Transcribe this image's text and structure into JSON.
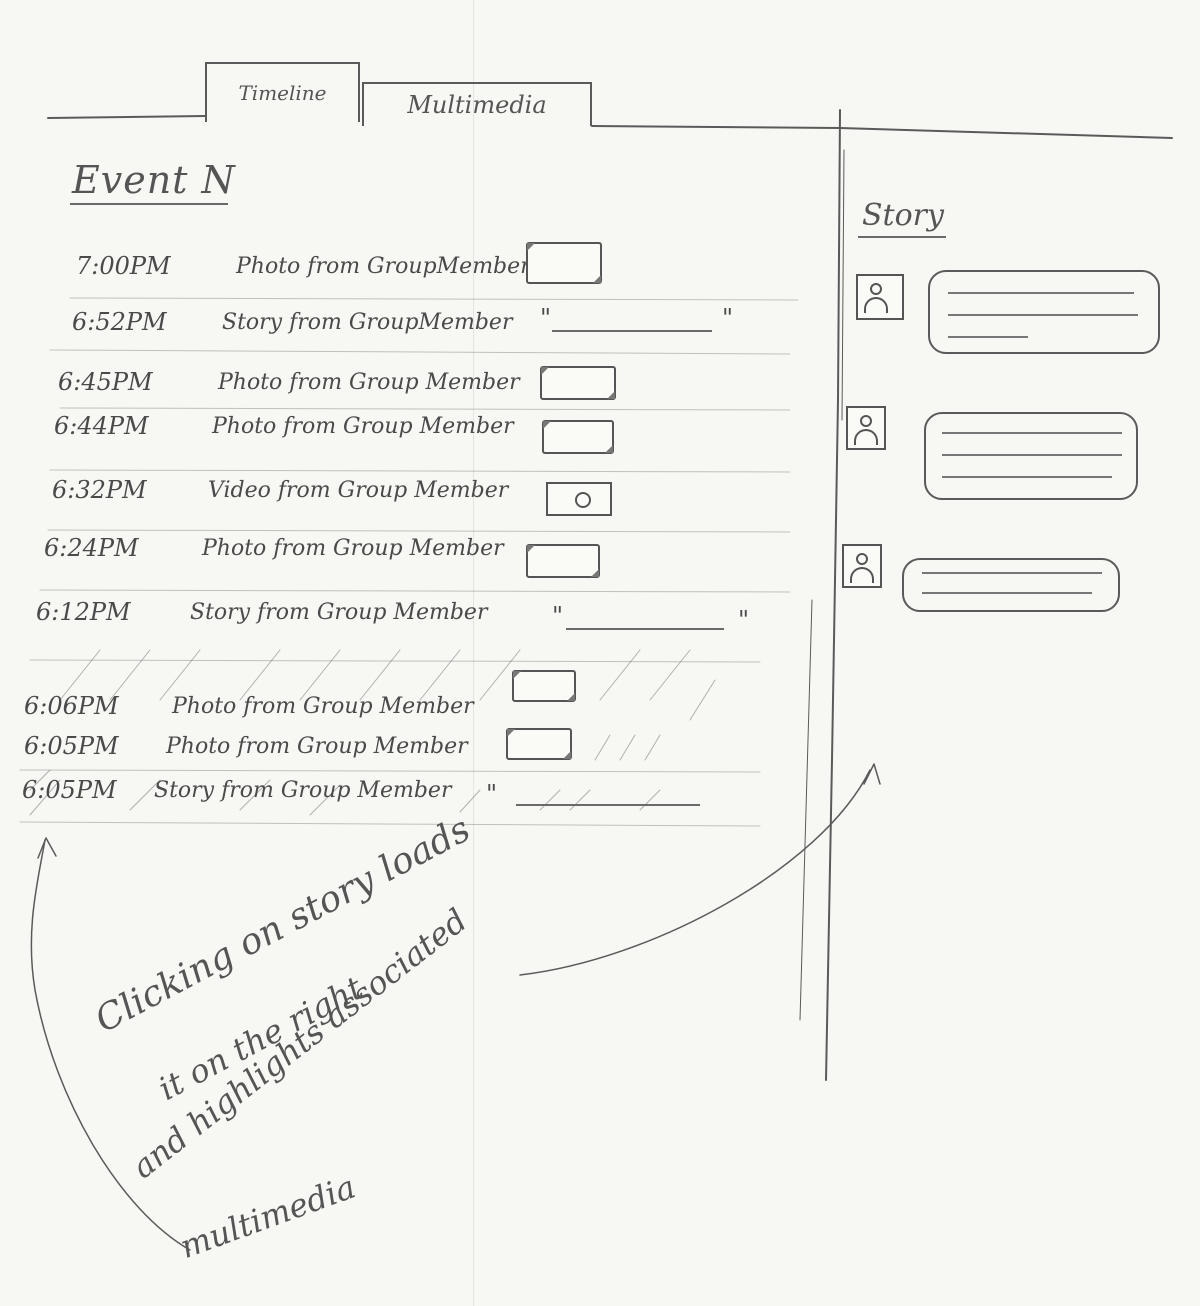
{
  "tabs": [
    {
      "label": "Timeline"
    },
    {
      "label": "Multimedia"
    }
  ],
  "event": {
    "title": "Event N"
  },
  "timeline": [
    {
      "time": "7:00PM",
      "text": "Photo from GroupMember",
      "media": "photo"
    },
    {
      "time": "6:52PM",
      "text": "Story from GroupMember",
      "media": "story"
    },
    {
      "time": "6:45PM",
      "text": "Photo from Group Member",
      "media": "photo"
    },
    {
      "time": "6:44PM",
      "text": "Photo from Group Member",
      "media": "photo"
    },
    {
      "time": "6:32PM",
      "text": "Video from Group Member",
      "media": "video"
    },
    {
      "time": "6:24PM",
      "text": "Photo from Group Member",
      "media": "photo"
    },
    {
      "time": "6:12PM",
      "text": "Story from Group Member",
      "media": "story"
    },
    {
      "time": "6:06PM",
      "text": "Photo from Group Member",
      "media": "photo",
      "highlighted": true
    },
    {
      "time": "6:05PM",
      "text": "Photo from Group Member",
      "media": "photo",
      "highlighted": true
    },
    {
      "time": "6:05PM",
      "text": "Story from Group Member",
      "media": "story",
      "highlighted": true
    }
  ],
  "story_panel": {
    "title": "Story",
    "entries": [
      {
        "avatar": "person-icon"
      },
      {
        "avatar": "person-icon"
      },
      {
        "avatar": "person-icon"
      }
    ]
  },
  "annotation": {
    "lines": [
      "Clicking on story loads",
      "it on the right",
      "and highlights associated",
      "multimedia"
    ]
  }
}
